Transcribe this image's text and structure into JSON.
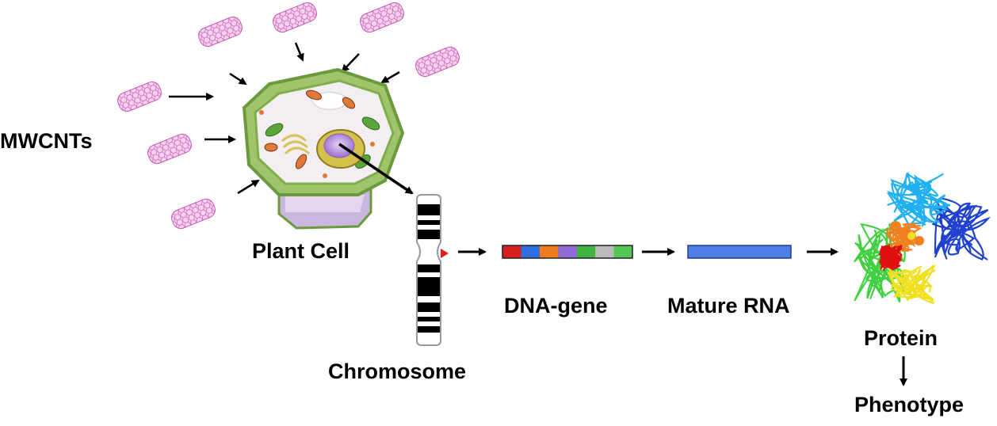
{
  "labels": {
    "mwcnts": "MWCNTs",
    "plant_cell": "Plant Cell",
    "chromosome": "Chromosome",
    "dna_gene": "DNA-gene",
    "mature_rna": "Mature RNA",
    "protein": "Protein",
    "phenotype": "Phenotype"
  },
  "colors": {
    "nanotube": "#e68fd2",
    "cell_wall": "#6a9a3c",
    "cell_wall_light": "#9fc46a",
    "nucleus": "#b48ad8",
    "rna": "#4f7fe6",
    "dna_segments": [
      "#d71f1f",
      "#2f6de0",
      "#ef7a1f",
      "#8f6ad8",
      "#3fb43f",
      "#bbbbbb",
      "#52c752"
    ],
    "protein": [
      "#2040d0",
      "#20b0f0",
      "#40d040",
      "#f0e020",
      "#f08020",
      "#e01010"
    ]
  }
}
